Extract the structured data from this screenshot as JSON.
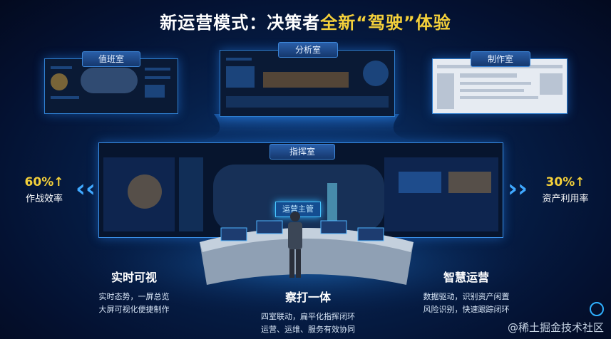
{
  "title": {
    "prefix": "新运营模式：决策者",
    "highlight": "全新“驾驶”体验"
  },
  "rooms": {
    "duty": "值班室",
    "analysis": "分析室",
    "production": "制作室",
    "command": "指挥室"
  },
  "badge": "运营主管",
  "left_stat": {
    "value": "60%↑",
    "label": "作战效率"
  },
  "right_stat": {
    "value": "30%↑",
    "label": "资产利用率"
  },
  "features": [
    {
      "heading": "实时可视",
      "line1": "实时态势，一屏总览",
      "line2": "大屏可视化便捷制作"
    },
    {
      "heading": "察打一体",
      "line1": "四室联动，扁平化指挥闭环",
      "line2": "运营、运维、服务有效协同"
    },
    {
      "heading": "智慧运营",
      "line1": "数据驱动，识别资产闲置",
      "line2": "风险识别，快速跟踪闭环"
    }
  ],
  "watermark": "@稀土掘金技术社区",
  "colors": {
    "accent": "#f4d03a",
    "glow": "#2f7fd0",
    "background": "#04102a"
  },
  "icons": [
    "chevron-left-icon",
    "chevron-right-icon",
    "platform-logo-icon"
  ]
}
